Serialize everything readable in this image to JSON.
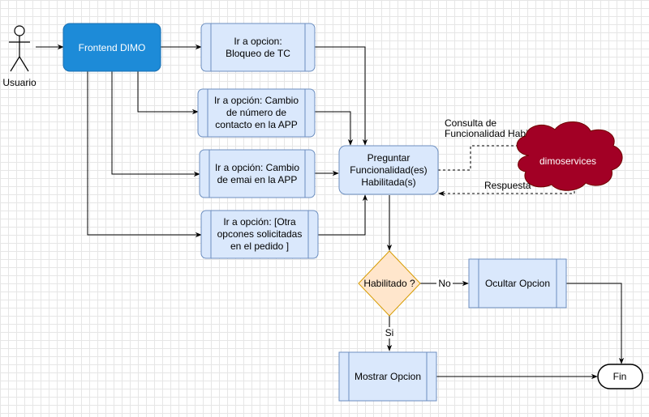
{
  "actor": {
    "label": "Usuario"
  },
  "nodes": {
    "frontend": "Frontend DIMO",
    "bloqueo": [
      "Ir a opcion:",
      "Bloqueo de TC"
    ],
    "cambio_numero": [
      "Ir a opción: Cambio",
      "de número de",
      "contacto en la APP"
    ],
    "cambio_email": [
      "Ir a opción: Cambio",
      "de emai en la APP"
    ],
    "otras": [
      "Ir a opción: [Otra",
      "opcones solicitadas",
      "en el pedido ]"
    ],
    "preguntar": [
      "Preguntar",
      "Funcionalidad(es)",
      "Habilitada(s)"
    ],
    "dimoservices": "dimoservices",
    "habilitado": "Habilitado ?",
    "ocultar": "Ocultar Opcion",
    "mostrar": "Mostrar Opcion",
    "fin": "Fin"
  },
  "edge_labels": {
    "consulta": [
      "Consulta de",
      "Funcionalidad Habilitada"
    ],
    "respuesta": "Respuesta",
    "no": "No",
    "si": "Si"
  },
  "colors": {
    "frontend_fill": "#1d8bd8",
    "process_fill": "#dae8fc",
    "process_stroke": "#6c8ebf",
    "decision_fill": "#ffe6cc",
    "decision_stroke": "#d79b00",
    "cloud_fill": "#a20025",
    "cloud_stroke": "#6f0000"
  }
}
